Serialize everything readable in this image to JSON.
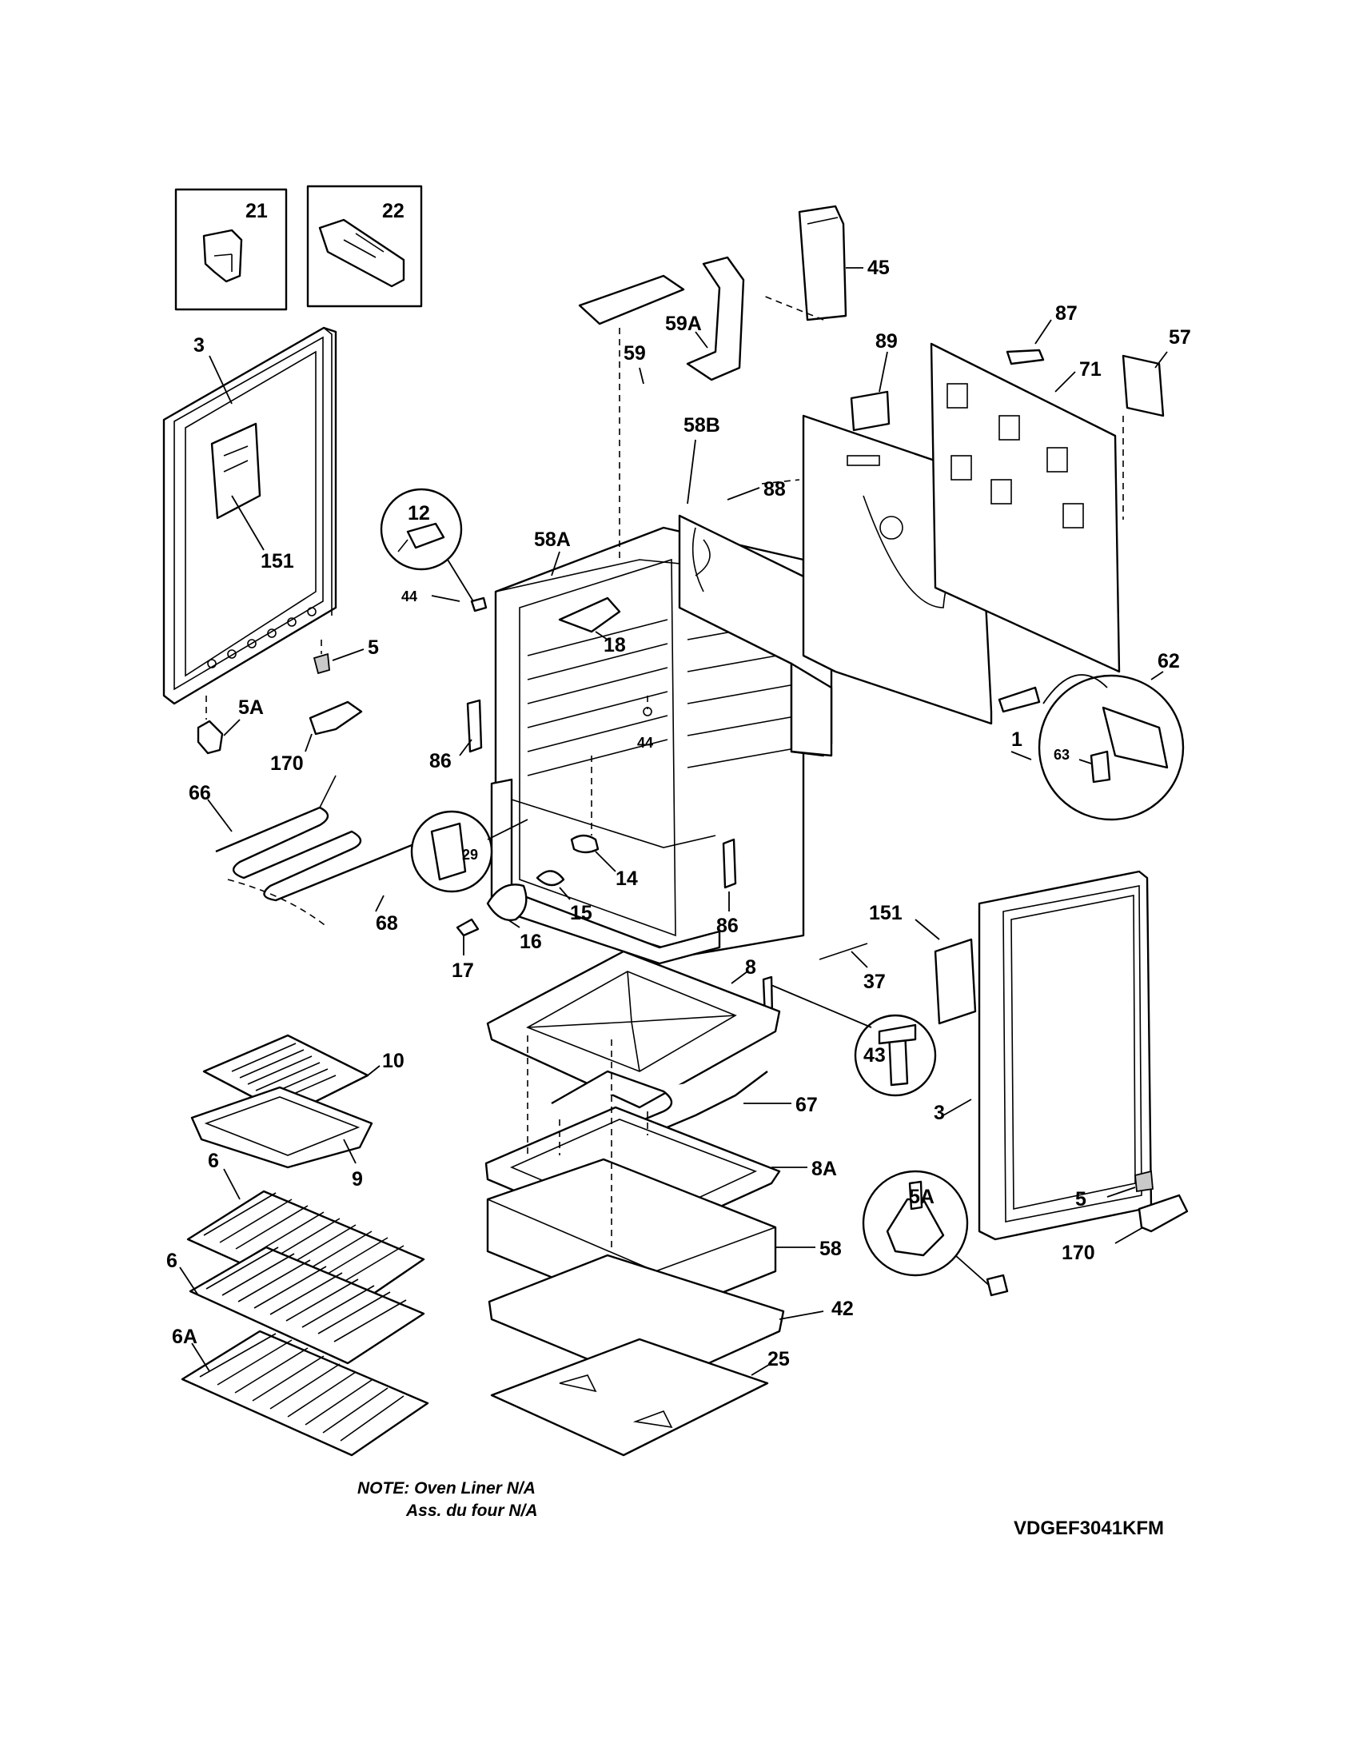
{
  "diagram": {
    "model_code": "VDGEF3041KFM",
    "note_line_1": "NOTE: Oven Liner N/A",
    "note_line_2": "Ass. du four N/A",
    "callouts": {
      "p21": "21",
      "p22": "22",
      "p3a": "3",
      "p151a": "151",
      "p5a": "5",
      "p5Aa": "5A",
      "p170a": "170",
      "p66": "66",
      "p68": "68",
      "p12": "12",
      "p44a": "44",
      "p58A": "58A",
      "p18": "18",
      "p44b": "44",
      "p86a": "86",
      "p29": "29",
      "p14": "14",
      "p15": "15",
      "p16": "16",
      "p17": "17",
      "p86b": "86",
      "p59A": "59A",
      "p59": "59",
      "p45": "45",
      "p58B": "58B",
      "p88": "88",
      "p89": "89",
      "p87": "87",
      "p71": "71",
      "p57": "57",
      "p62": "62",
      "p63": "63",
      "p1": "1",
      "p151b": "151",
      "p37": "37",
      "p3b": "3",
      "p43": "43",
      "p5b": "5",
      "p5Ab": "5A",
      "p170b": "170",
      "p10": "10",
      "p9": "9",
      "p6a": "6",
      "p6b": "6",
      "p6A": "6A",
      "p8": "8",
      "p67": "67",
      "p8A": "8A",
      "p58": "58",
      "p42": "42",
      "p25": "25"
    }
  }
}
